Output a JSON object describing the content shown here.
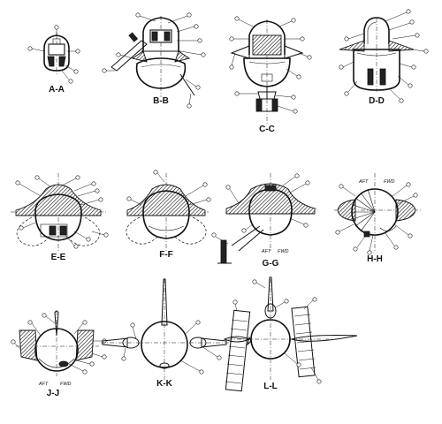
{
  "sections": [
    {
      "id": "aa",
      "label": "A-A"
    },
    {
      "id": "bb",
      "label": "B-B"
    },
    {
      "id": "cc",
      "label": "C-C"
    },
    {
      "id": "dd",
      "label": "D-D"
    },
    {
      "id": "ee",
      "label": "E-E"
    },
    {
      "id": "ff",
      "label": "F-F"
    },
    {
      "id": "gg",
      "label": "G-G"
    },
    {
      "id": "hh",
      "label": "H-H"
    },
    {
      "id": "jj",
      "label": "J-J"
    },
    {
      "id": "kk",
      "label": "K-K"
    },
    {
      "id": "ll",
      "label": "L-L"
    }
  ],
  "direction_labels": {
    "aft": "AFT",
    "fwd": "FWD"
  }
}
